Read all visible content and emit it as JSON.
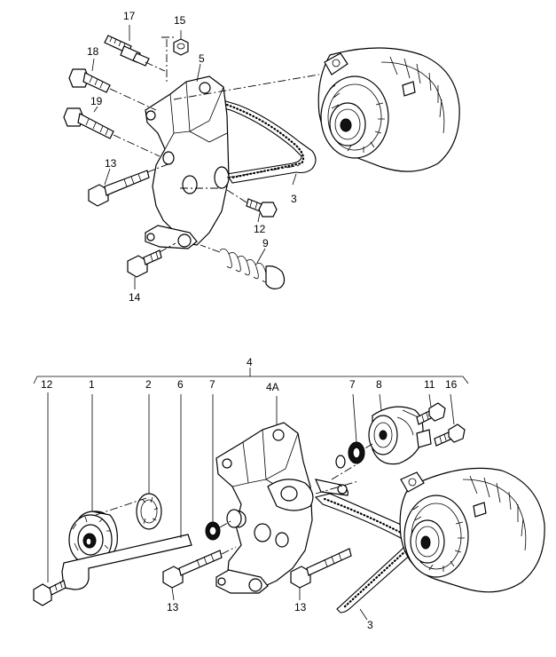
{
  "labels": {
    "top": {
      "l17": "17",
      "l15": "15",
      "l5": "5",
      "l18": "18",
      "l19": "19",
      "l13": "13",
      "l3": "3",
      "l12": "12",
      "l9": "9",
      "l14": "14"
    },
    "bottom": {
      "l4": "4",
      "l12": "12",
      "l1": "1",
      "l2": "2",
      "l6": "6",
      "l7a": "7",
      "l4a": "4A",
      "l7b": "7",
      "l8": "8",
      "l11": "11",
      "l16": "16",
      "l13a": "13",
      "l13b": "13",
      "l3": "3"
    }
  }
}
